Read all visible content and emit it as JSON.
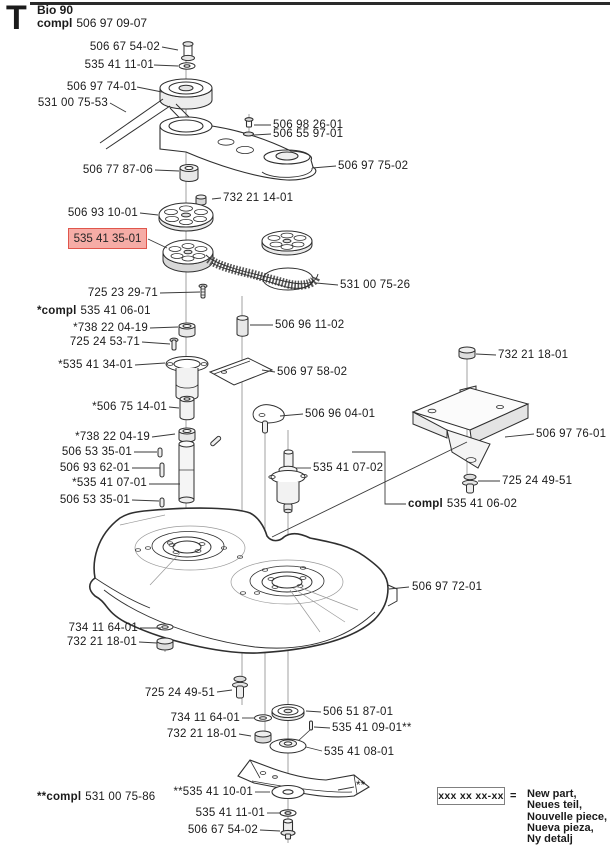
{
  "header": {
    "section_letter": "T",
    "model": "Bio 90",
    "compl_prefix": "compl",
    "compl_number": "506 97 09-07"
  },
  "colors": {
    "highlight_bg": "#f6aca6",
    "highlight_border": "#e0564c"
  },
  "legend": {
    "pattern": "xxx xx xx-xx",
    "equals": "=",
    "meanings": {
      "en": "New part,",
      "de": "Neues teil,",
      "fr": "Nouvelle piece,",
      "es": "Nueva pieza,",
      "sv": "Ny detalj"
    }
  },
  "annotations": [
    {
      "text": "506 67 54-02"
    },
    {
      "text": "535 41 11-01"
    },
    {
      "text": "506 97 74-01"
    },
    {
      "text": "531 00 75-53"
    },
    {
      "text": "506 98 26-01"
    },
    {
      "text": "506 55 97-01"
    },
    {
      "text": "506 97 75-02"
    },
    {
      "text": "506 77 87-06"
    },
    {
      "text": "732 21 14-01"
    },
    {
      "text": "506 93 10-01"
    },
    {
      "text": "535 41 35-01",
      "highlighted": true
    },
    {
      "text": "725 23 29-71"
    },
    {
      "text": "531 00 75-26"
    },
    {
      "prefix": "*compl",
      "text": "535 41 06-01"
    },
    {
      "text": "*738 22 04-19"
    },
    {
      "text": "506 96 11-02"
    },
    {
      "text": "725 24 53-71"
    },
    {
      "text": "*535 41 34-01"
    },
    {
      "text": "506 97 58-02"
    },
    {
      "text": "732 21 18-01"
    },
    {
      "text": "*506 75 14-01"
    },
    {
      "text": "506 96 04-01"
    },
    {
      "text": "506 97 76-01"
    },
    {
      "text": "*738 22 04-19"
    },
    {
      "text": "506 53 35-01"
    },
    {
      "text": "535 41 07-02"
    },
    {
      "text": "506 93 62-01"
    },
    {
      "text": "725 24 49-51"
    },
    {
      "text": "*535 41 07-01"
    },
    {
      "text": "506 53 35-01"
    },
    {
      "prefix": "compl",
      "text": "535 41 06-02"
    },
    {
      "text": "506 97 72-01"
    },
    {
      "text": "734 11 64-01"
    },
    {
      "text": "732 21 18-01"
    },
    {
      "text": "725 24 49-51"
    },
    {
      "text": "734 11 64-01"
    },
    {
      "text": "506 51 87-01"
    },
    {
      "text": "732 21 18-01"
    },
    {
      "text": "535 41 09-01**"
    },
    {
      "text": "535 41 08-01"
    },
    {
      "prefix": "**compl",
      "text": "531 00 75-86"
    },
    {
      "text": "**535 41 10-01"
    },
    {
      "text": "535 41 11-01"
    },
    {
      "text": "506 67 54-02"
    },
    {
      "text": "**"
    }
  ]
}
